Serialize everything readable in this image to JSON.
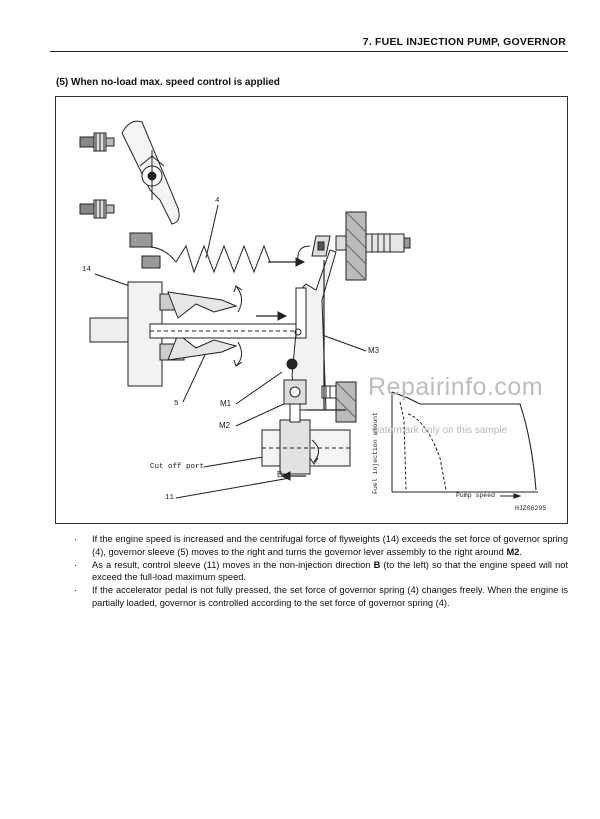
{
  "header": {
    "title": "7. FUEL INJECTION PUMP, GOVERNOR"
  },
  "section": {
    "title": "(5)  When no-load max. speed control is applied"
  },
  "figure": {
    "labels": {
      "flyweights": "14",
      "spring": "4",
      "sleeve": "5",
      "m1": "M1",
      "m2": "M2",
      "m3": "M3",
      "cutoff": "Cut off port",
      "control_sleeve": "11",
      "direction": "B",
      "graph_y": "Fuel injection amount",
      "graph_x": "Pump speed",
      "code": "HJZ06295"
    },
    "watermark": {
      "main": "Repairinfo.com",
      "sub": "watermark only on this sample"
    }
  },
  "bullets": [
    {
      "parts": [
        {
          "text": "If the engine speed is increased and the centrifugal force of flyweights (14) exceeds the set force of governor spring (4), governor sleeve (5) moves to the right and turns the governor lever assembly to the right around ",
          "bold": false
        },
        {
          "text": "M2",
          "bold": true
        },
        {
          "text": ".",
          "bold": false
        }
      ]
    },
    {
      "parts": [
        {
          "text": "As a result, control sleeve (11) moves in the non-injection direction ",
          "bold": false
        },
        {
          "text": "B",
          "bold": true
        },
        {
          "text": " (to the left) so that the engine speed will not exceed the full-load maximum speed.",
          "bold": false
        }
      ]
    },
    {
      "parts": [
        {
          "text": "If the accelerator pedal is not fully pressed, the set force of governor spring (4) changes freely.  When the engine is partially loaded, governor is controlled according to the set force of governor spring (4).",
          "bold": false
        }
      ]
    }
  ]
}
